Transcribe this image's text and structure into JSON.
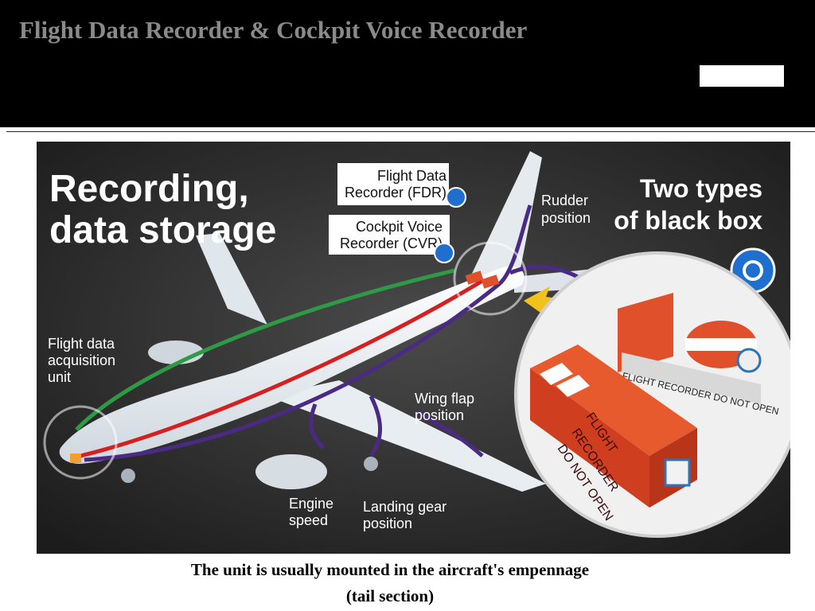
{
  "slide": {
    "title": "Flight Data Recorder & Cockpit Voice Recorder",
    "caption_line1": "The unit is usually mounted in the aircraft's empennage",
    "caption_line2": "(tail section)"
  },
  "diagram": {
    "headline_line1": "Recording,",
    "headline_line2": "data storage",
    "types_line1": "Two types",
    "types_line2": "of black box",
    "labels": {
      "fdr_line1": "Flight Data",
      "fdr_line2": "Recorder (FDR)",
      "cvr_line1": "Cockpit Voice",
      "cvr_line2": "Recorder (CVR)",
      "rudder_line1": "Rudder",
      "rudder_line2": "position",
      "fdau_line1": "Flight data",
      "fdau_line2": "acquisition",
      "fdau_line3": "unit",
      "wingflap_line1": "Wing flap",
      "wingflap_line2": "position",
      "engine_line1": "Engine",
      "engine_line2": "speed",
      "gear_line1": "Landing gear",
      "gear_line2": "position"
    },
    "box_labels": {
      "front_line1": "FLIGHT",
      "front_line2": "RECORDER",
      "front_line3": "DO NOT OPEN",
      "rear": "FLIGHT RECORDER DO NOT OPEN"
    },
    "colors": {
      "cvr_line": "#2e9a46",
      "fdr_line": "#d42020",
      "sensor_line": "#4b2a86",
      "recorder_orange": "#e0502a",
      "arrow_yellow": "#f2c21c",
      "info_blue": "#1f6fd0"
    }
  }
}
